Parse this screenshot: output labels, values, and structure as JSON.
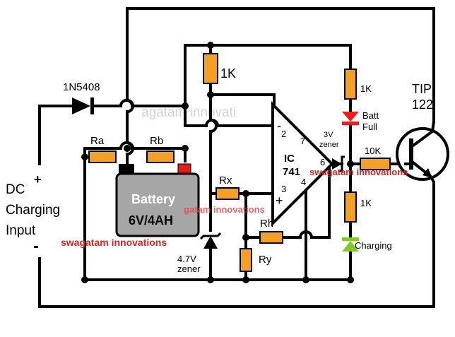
{
  "labels": {
    "diode": "1N5408",
    "r_top": "1K",
    "r_led_top": "1K",
    "r_led_bottom": "1K",
    "r_base": "10K",
    "ra": "Ra",
    "rb": "Rb",
    "rx": "Rx",
    "rh": "Rh",
    "ry": "Ry",
    "transistor_line1": "TIP",
    "transistor_line2": "122",
    "ic_line1": "IC",
    "ic_line2": "741",
    "pin2": "2",
    "pin3": "3",
    "pin4": "4",
    "pin6": "6",
    "pin7": "7",
    "minus_sign": "-",
    "plus_sign": "+",
    "zener3_line1": "3V",
    "zener3_line2": "zener",
    "zener47_line1": "4.7V",
    "zener47_line2": "zener",
    "led_full_line1": "Batt",
    "led_full_line2": "Full",
    "led_charging": "Charging",
    "battery_line1": "Battery",
    "battery_line2": "6V/4AH",
    "input_plus": "+",
    "input_minus": "-",
    "input_line1": "DC",
    "input_line2": "Charging",
    "input_line3": "Input",
    "watermark_main": "swagatam innovations",
    "watermark_right": "swagatam innovations",
    "watermark_mid": "gatam innovations",
    "watermark_ghost": "agatam innovati"
  },
  "colors": {
    "resistor": "#f3a024",
    "battery_body": "#a6a6a6",
    "led_red": "#ee1c1c",
    "led_green": "#7ccd22",
    "watermark": "#e02020"
  }
}
